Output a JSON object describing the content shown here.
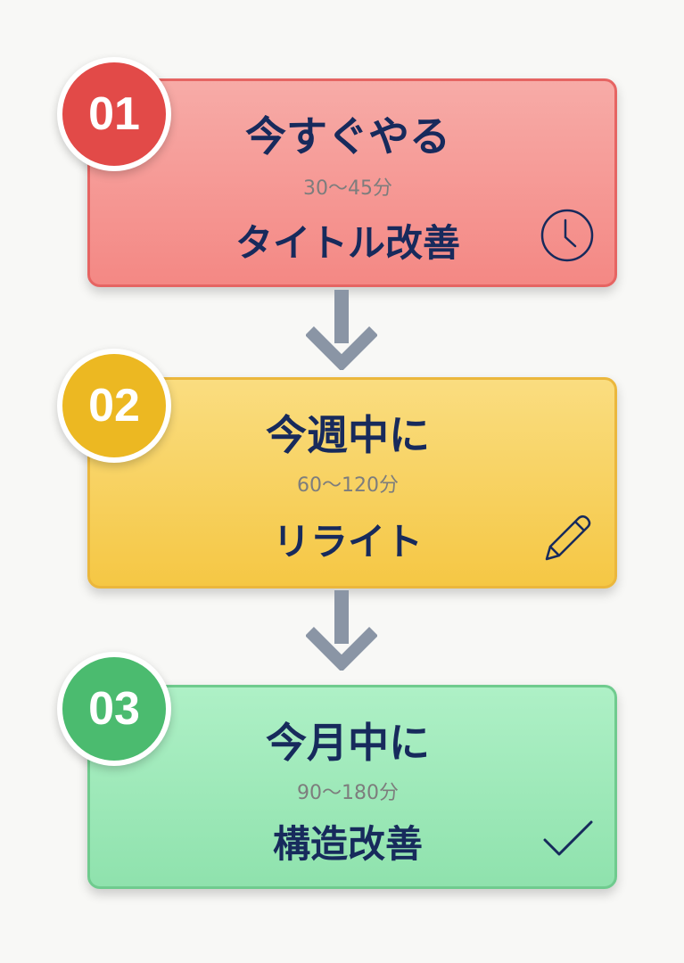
{
  "steps": [
    {
      "number": "01",
      "title": "今すぐやる",
      "time": "30〜45分",
      "task": "タイトル改善",
      "icon": "clock-icon",
      "color": "#e24a48"
    },
    {
      "number": "02",
      "title": "今週中に",
      "time": "60〜120分",
      "task": "リライト",
      "icon": "pencil-icon",
      "color": "#ecb822"
    },
    {
      "number": "03",
      "title": "今月中に",
      "time": "90〜180分",
      "task": "構造改善",
      "icon": "checkmark-icon",
      "color": "#4bbb6f"
    }
  ]
}
